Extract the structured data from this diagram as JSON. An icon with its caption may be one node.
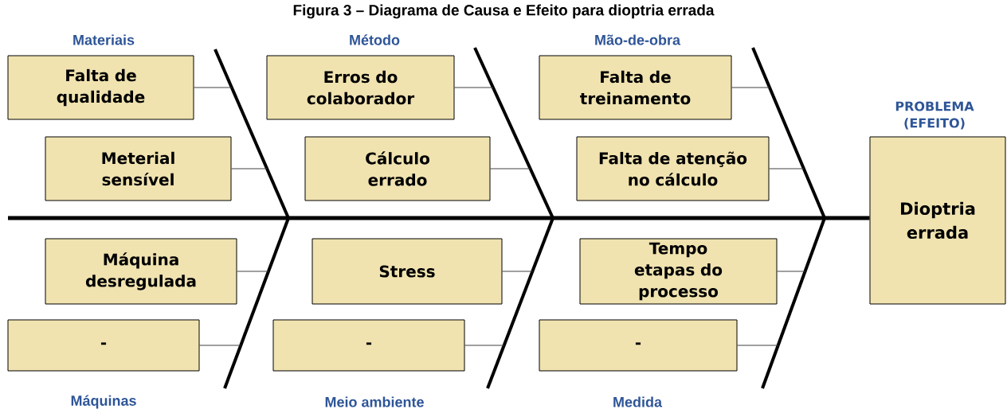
{
  "diagram": {
    "title": "Figura 3 – Diagrama de Causa e Efeito para dioptria errada",
    "nodes": [
      {
        "text": [
          "Falta de qualidade"
        ]
      },
      {
        "text": [
          "Erros do colaborador"
        ]
      },
      {
        "text": [
          "Falta de treinamento"
        ]
      },
      {
        "text": [
          "Meterial sensível"
        ]
      },
      {
        "text": [
          "Cálculo errado"
        ]
      },
      {
        "text": [
          "Falta de atenção no cálculo"
        ]
      },
      {
        "text": [
          "Máquina desregulada"
        ]
      },
      {
        "text": [
          "Stress"
        ]
      },
      {
        "text": [
          "Tempo etapas do processo"
        ]
      },
      {
        "text": [
          "-"
        ]
      },
      {
        "text": [
          "-"
        ]
      },
      {
        "text": [
          "-"
        ]
      },
      {
        "text": [
          "PROBLEMA (EFEITO)",
          "Dioptria errada"
        ]
      }
    ],
    "edges": [
      {
        "from": 0,
        "to": null,
        "arrow": "none"
      },
      {
        "from": 1,
        "to": null,
        "arrow": "none"
      },
      {
        "from": 2,
        "to": null,
        "arrow": "none"
      },
      {
        "from": 3,
        "to": null,
        "arrow": "none"
      },
      {
        "from": 4,
        "to": null,
        "arrow": "none"
      },
      {
        "from": 5,
        "to": null,
        "arrow": "none"
      },
      {
        "from": 6,
        "to": null,
        "arrow": "none"
      },
      {
        "from": 7,
        "to": null,
        "arrow": "none"
      },
      {
        "from": 8,
        "to": null,
        "arrow": "none"
      },
      {
        "from": 9,
        "to": null,
        "arrow": "none"
      },
      {
        "from": 10,
        "to": null,
        "arrow": "none"
      },
      {
        "from": 11,
        "to": null,
        "arrow": "none"
      },
      {
        "from": null,
        "to": 12,
        "arrow": "none",
        "style": "thick",
        "color": "#000000"
      }
    ],
    "labels": [
      "Materiais",
      "Método",
      "Mão-de-obra",
      "Máquinas",
      "Meio ambiente",
      "Medida"
    ]
  }
}
